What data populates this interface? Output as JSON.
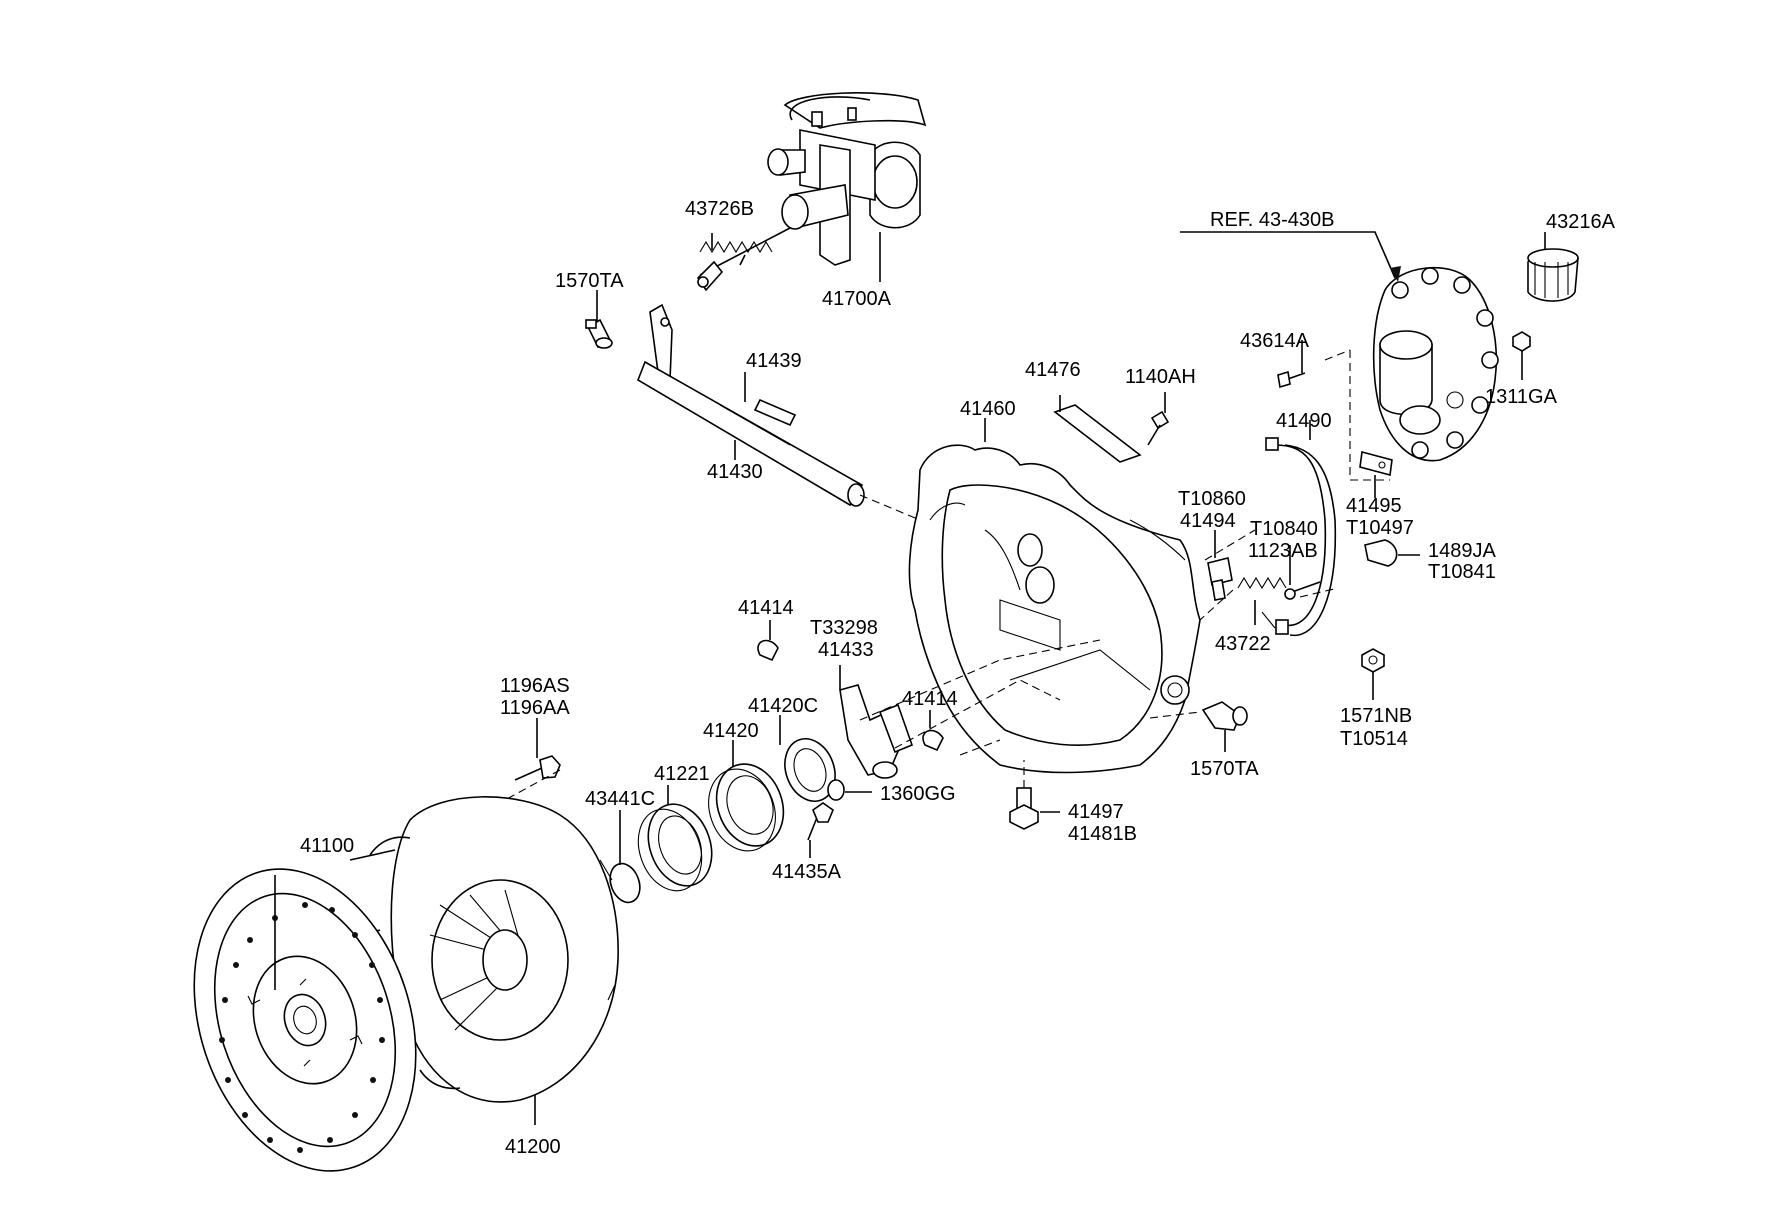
{
  "diagram": {
    "labels": {
      "p43726B": "43726B",
      "p41700A": "41700A",
      "p1570TA_top": "1570TA",
      "p41439": "41439",
      "p41430": "41430",
      "p41476": "41476",
      "p1140AH": "1140AH",
      "p41460": "41460",
      "ref": "REF. 43-430B",
      "p43216A": "43216A",
      "p43614A": "43614A",
      "p1311GA": "1311GA",
      "p41490": "41490",
      "p41495": "41495",
      "pT10497": "T10497",
      "pT10860": "T10860",
      "p41494": "41494",
      "pT10840": "T10840",
      "p1123AB": "1123AB",
      "p1489JA": "1489JA",
      "pT10841": "T10841",
      "p43722": "43722",
      "p1571NB": "1571NB",
      "pT10514": "T10514",
      "p41414_left": "41414",
      "pT33298": "T33298",
      "p41433": "41433",
      "p41414_right": "41414",
      "p41420C": "41420C",
      "p41420": "41420",
      "p41221": "41221",
      "p43441C": "43441C",
      "p1360GG": "1360GG",
      "p41435A": "41435A",
      "p1570TA_bottom": "1570TA",
      "p41497": "41497",
      "p41481B": "41481B",
      "p1196AS": "1196AS",
      "p1196AA": "1196AA",
      "p41100": "41100",
      "p41200": "41200"
    }
  }
}
